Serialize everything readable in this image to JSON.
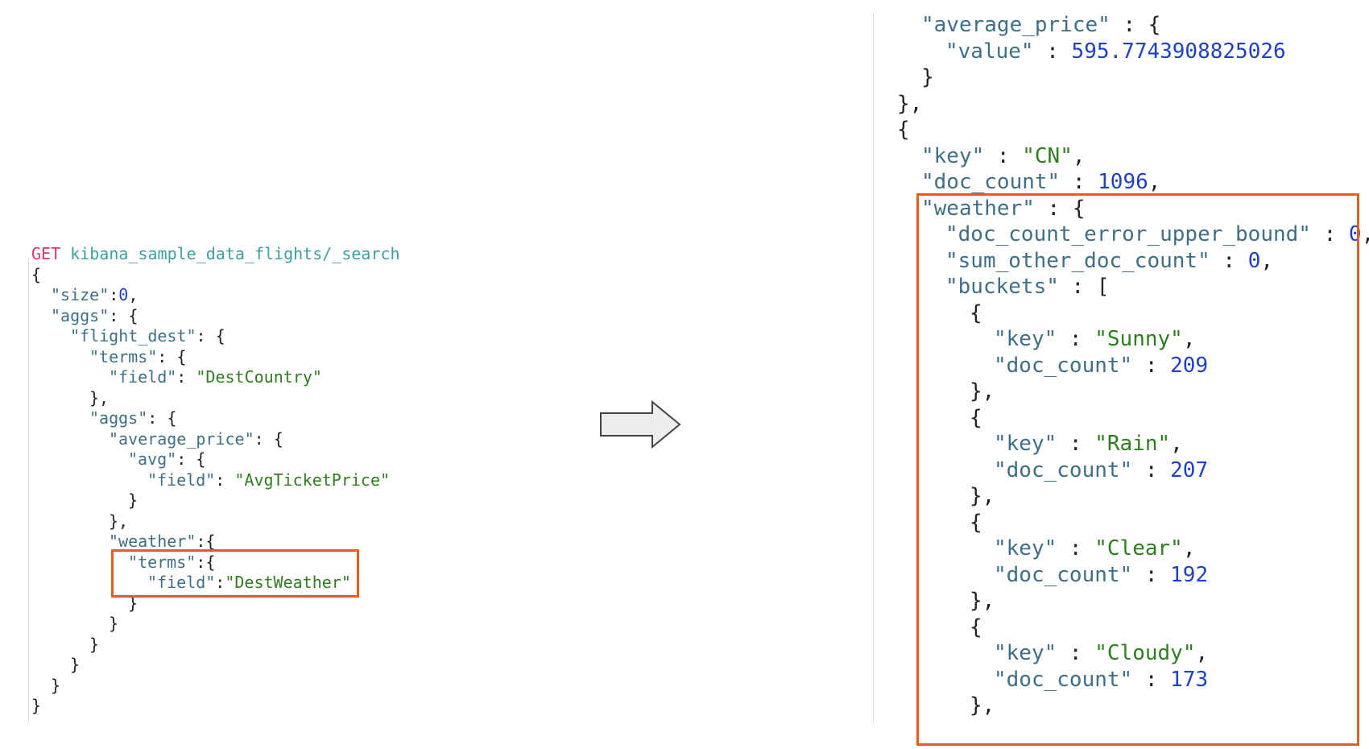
{
  "left_editor": {
    "lines": [
      {
        "indent": 0,
        "tokens": [
          {
            "t": "GET",
            "c": "method"
          },
          {
            "t": " ",
            "c": "pun"
          },
          {
            "t": "kibana_sample_data_flights/_search",
            "c": "path"
          }
        ]
      },
      {
        "indent": 0,
        "tokens": [
          {
            "t": "{",
            "c": "pun"
          }
        ]
      },
      {
        "indent": 1,
        "tokens": [
          {
            "t": "\"size\"",
            "c": "key"
          },
          {
            "t": ":",
            "c": "pun"
          },
          {
            "t": "0",
            "c": "num"
          },
          {
            "t": ",",
            "c": "pun"
          }
        ]
      },
      {
        "indent": 1,
        "tokens": [
          {
            "t": "\"aggs\"",
            "c": "key"
          },
          {
            "t": ": {",
            "c": "pun"
          }
        ]
      },
      {
        "indent": 2,
        "tokens": [
          {
            "t": "\"flight_dest\"",
            "c": "key"
          },
          {
            "t": ": {",
            "c": "pun"
          }
        ]
      },
      {
        "indent": 3,
        "tokens": [
          {
            "t": "\"terms\"",
            "c": "key"
          },
          {
            "t": ": {",
            "c": "pun"
          }
        ]
      },
      {
        "indent": 4,
        "tokens": [
          {
            "t": "\"field\"",
            "c": "key"
          },
          {
            "t": ": ",
            "c": "pun"
          },
          {
            "t": "\"DestCountry\"",
            "c": "str"
          }
        ]
      },
      {
        "indent": 3,
        "tokens": [
          {
            "t": "},",
            "c": "pun"
          }
        ]
      },
      {
        "indent": 3,
        "tokens": [
          {
            "t": "\"aggs\"",
            "c": "key"
          },
          {
            "t": ": {",
            "c": "pun"
          }
        ]
      },
      {
        "indent": 4,
        "tokens": [
          {
            "t": "\"average_price\"",
            "c": "key"
          },
          {
            "t": ": {",
            "c": "pun"
          }
        ]
      },
      {
        "indent": 5,
        "tokens": [
          {
            "t": "\"avg\"",
            "c": "key"
          },
          {
            "t": ": {",
            "c": "pun"
          }
        ]
      },
      {
        "indent": 6,
        "tokens": [
          {
            "t": "\"field\"",
            "c": "key"
          },
          {
            "t": ": ",
            "c": "pun"
          },
          {
            "t": "\"AvgTicketPrice\"",
            "c": "str"
          }
        ]
      },
      {
        "indent": 5,
        "tokens": [
          {
            "t": "}",
            "c": "pun"
          }
        ]
      },
      {
        "indent": 4,
        "tokens": [
          {
            "t": "},",
            "c": "pun"
          }
        ]
      },
      {
        "indent": 4,
        "tokens": [
          {
            "t": "\"weather\"",
            "c": "key"
          },
          {
            "t": ":{",
            "c": "pun"
          }
        ]
      },
      {
        "indent": 5,
        "tokens": [
          {
            "t": "\"terms\"",
            "c": "key"
          },
          {
            "t": ":{",
            "c": "pun"
          }
        ]
      },
      {
        "indent": 6,
        "tokens": [
          {
            "t": "\"field\"",
            "c": "key"
          },
          {
            "t": ":",
            "c": "pun"
          },
          {
            "t": "\"DestWeather\"",
            "c": "str"
          }
        ]
      },
      {
        "indent": 5,
        "tokens": [
          {
            "t": "}",
            "c": "pun"
          }
        ]
      },
      {
        "indent": 4,
        "tokens": [
          {
            "t": "}",
            "c": "pun"
          }
        ]
      },
      {
        "indent": 3,
        "tokens": [
          {
            "t": "}",
            "c": "pun"
          }
        ]
      },
      {
        "indent": 2,
        "tokens": [
          {
            "t": "}",
            "c": "pun"
          }
        ]
      },
      {
        "indent": 1,
        "tokens": [
          {
            "t": "}",
            "c": "pun"
          }
        ]
      },
      {
        "indent": 0,
        "tokens": [
          {
            "t": "}",
            "c": "pun"
          }
        ]
      }
    ]
  },
  "right_editor": {
    "lines": [
      {
        "indent": 1,
        "tokens": [
          {
            "t": "\"average_price\"",
            "c": "key"
          },
          {
            "t": " : {",
            "c": "pun"
          }
        ]
      },
      {
        "indent": 2,
        "tokens": [
          {
            "t": "\"value\"",
            "c": "key"
          },
          {
            "t": " : ",
            "c": "pun"
          },
          {
            "t": "595.7743908825026",
            "c": "num"
          }
        ]
      },
      {
        "indent": 1,
        "tokens": [
          {
            "t": "}",
            "c": "pun"
          }
        ]
      },
      {
        "indent": 0,
        "tokens": [
          {
            "t": "},",
            "c": "pun"
          }
        ]
      },
      {
        "indent": 0,
        "tokens": [
          {
            "t": "{",
            "c": "pun"
          }
        ]
      },
      {
        "indent": 1,
        "tokens": [
          {
            "t": "\"key\"",
            "c": "key"
          },
          {
            "t": " : ",
            "c": "pun"
          },
          {
            "t": "\"CN\"",
            "c": "str"
          },
          {
            "t": ",",
            "c": "pun"
          }
        ]
      },
      {
        "indent": 1,
        "tokens": [
          {
            "t": "\"doc_count\"",
            "c": "key"
          },
          {
            "t": " : ",
            "c": "pun"
          },
          {
            "t": "1096",
            "c": "num"
          },
          {
            "t": ",",
            "c": "pun"
          }
        ]
      },
      {
        "indent": 1,
        "tokens": [
          {
            "t": "\"weather\"",
            "c": "key"
          },
          {
            "t": " : {",
            "c": "pun"
          }
        ]
      },
      {
        "indent": 2,
        "tokens": [
          {
            "t": "\"doc_count_error_upper_bound\"",
            "c": "key"
          },
          {
            "t": " : ",
            "c": "pun"
          },
          {
            "t": "0",
            "c": "num"
          },
          {
            "t": ",",
            "c": "pun"
          }
        ]
      },
      {
        "indent": 2,
        "tokens": [
          {
            "t": "\"sum_other_doc_count\"",
            "c": "key"
          },
          {
            "t": " : ",
            "c": "pun"
          },
          {
            "t": "0",
            "c": "num"
          },
          {
            "t": ",",
            "c": "pun"
          }
        ]
      },
      {
        "indent": 2,
        "tokens": [
          {
            "t": "\"buckets\"",
            "c": "key"
          },
          {
            "t": " : [",
            "c": "pun"
          }
        ]
      },
      {
        "indent": 3,
        "tokens": [
          {
            "t": "{",
            "c": "pun"
          }
        ]
      },
      {
        "indent": 4,
        "tokens": [
          {
            "t": "\"key\"",
            "c": "key"
          },
          {
            "t": " : ",
            "c": "pun"
          },
          {
            "t": "\"Sunny\"",
            "c": "str"
          },
          {
            "t": ",",
            "c": "pun"
          }
        ]
      },
      {
        "indent": 4,
        "tokens": [
          {
            "t": "\"doc_count\"",
            "c": "key"
          },
          {
            "t": " : ",
            "c": "pun"
          },
          {
            "t": "209",
            "c": "num"
          }
        ]
      },
      {
        "indent": 3,
        "tokens": [
          {
            "t": "},",
            "c": "pun"
          }
        ]
      },
      {
        "indent": 3,
        "tokens": [
          {
            "t": "{",
            "c": "pun"
          }
        ]
      },
      {
        "indent": 4,
        "tokens": [
          {
            "t": "\"key\"",
            "c": "key"
          },
          {
            "t": " : ",
            "c": "pun"
          },
          {
            "t": "\"Rain\"",
            "c": "str"
          },
          {
            "t": ",",
            "c": "pun"
          }
        ]
      },
      {
        "indent": 4,
        "tokens": [
          {
            "t": "\"doc_count\"",
            "c": "key"
          },
          {
            "t": " : ",
            "c": "pun"
          },
          {
            "t": "207",
            "c": "num"
          }
        ]
      },
      {
        "indent": 3,
        "tokens": [
          {
            "t": "},",
            "c": "pun"
          }
        ]
      },
      {
        "indent": 3,
        "tokens": [
          {
            "t": "{",
            "c": "pun"
          }
        ]
      },
      {
        "indent": 4,
        "tokens": [
          {
            "t": "\"key\"",
            "c": "key"
          },
          {
            "t": " : ",
            "c": "pun"
          },
          {
            "t": "\"Clear\"",
            "c": "str"
          },
          {
            "t": ",",
            "c": "pun"
          }
        ]
      },
      {
        "indent": 4,
        "tokens": [
          {
            "t": "\"doc_count\"",
            "c": "key"
          },
          {
            "t": " : ",
            "c": "pun"
          },
          {
            "t": "192",
            "c": "num"
          }
        ]
      },
      {
        "indent": 3,
        "tokens": [
          {
            "t": "},",
            "c": "pun"
          }
        ]
      },
      {
        "indent": 3,
        "tokens": [
          {
            "t": "{",
            "c": "pun"
          }
        ]
      },
      {
        "indent": 4,
        "tokens": [
          {
            "t": "\"key\"",
            "c": "key"
          },
          {
            "t": " : ",
            "c": "pun"
          },
          {
            "t": "\"Cloudy\"",
            "c": "str"
          },
          {
            "t": ",",
            "c": "pun"
          }
        ]
      },
      {
        "indent": 4,
        "tokens": [
          {
            "t": "\"doc_count\"",
            "c": "key"
          },
          {
            "t": " : ",
            "c": "pun"
          },
          {
            "t": "173",
            "c": "num"
          }
        ]
      },
      {
        "indent": 3,
        "tokens": [
          {
            "t": "},",
            "c": "pun"
          }
        ]
      }
    ]
  },
  "colors": {
    "highlight_border": "#e0601c",
    "method": "#d73a6a",
    "path": "#3aa0a0",
    "key": "#3f6f86",
    "string": "#2e7d1f",
    "number": "#1f3fc7"
  },
  "arrow_icon": "right-arrow-icon"
}
